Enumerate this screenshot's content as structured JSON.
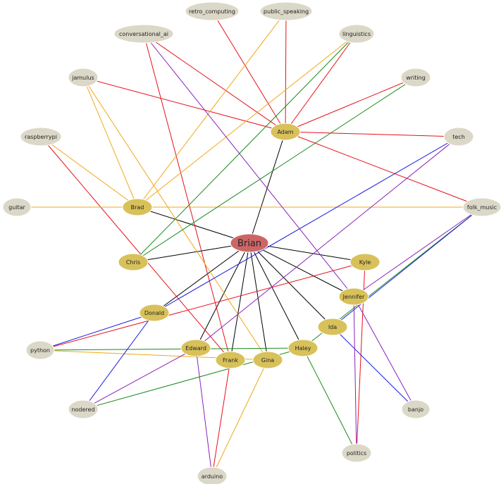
{
  "diagram": {
    "type": "network-graph",
    "center_node": "Brian",
    "colors": {
      "center_fill": "#cc6666",
      "person_fill": "#d8c15a",
      "interest_fill": "#dcd8c8",
      "node_border": "#ffffff",
      "label": "#222222",
      "hub_edge": "#000000",
      "edge_red": "#e8101a",
      "edge_orange": "#f0a818",
      "edge_green": "#1a8a1a",
      "edge_blue": "#1a1ae0",
      "edge_purple": "#8a22b8"
    },
    "nodes": [
      {
        "id": "Brian",
        "label": "Brian",
        "kind": "center"
      },
      {
        "id": "Adam",
        "label": "Adam",
        "kind": "person"
      },
      {
        "id": "Brad",
        "label": "Brad",
        "kind": "person"
      },
      {
        "id": "Chris",
        "label": "Chris",
        "kind": "person"
      },
      {
        "id": "Donald",
        "label": "Donald",
        "kind": "person"
      },
      {
        "id": "Edward",
        "label": "Edward",
        "kind": "person"
      },
      {
        "id": "Frank",
        "label": "Frank",
        "kind": "person"
      },
      {
        "id": "Gina",
        "label": "Gina",
        "kind": "person"
      },
      {
        "id": "Haley",
        "label": "Haley",
        "kind": "person"
      },
      {
        "id": "Ida",
        "label": "Ida",
        "kind": "person"
      },
      {
        "id": "Jennifer",
        "label": "Jennifer",
        "kind": "person"
      },
      {
        "id": "Kyle",
        "label": "Kyle",
        "kind": "person"
      },
      {
        "id": "retro_computing",
        "label": "retro_computing",
        "kind": "interest"
      },
      {
        "id": "public_speaking",
        "label": "public_speaking",
        "kind": "interest"
      },
      {
        "id": "conversational_ai",
        "label": "conversational_ai",
        "kind": "interest"
      },
      {
        "id": "linguistics",
        "label": "linguistics",
        "kind": "interest"
      },
      {
        "id": "jamulus",
        "label": "jamulus",
        "kind": "interest"
      },
      {
        "id": "writing",
        "label": "writing",
        "kind": "interest"
      },
      {
        "id": "raspberrypi",
        "label": "raspberrypi",
        "kind": "interest"
      },
      {
        "id": "tech",
        "label": "tech",
        "kind": "interest"
      },
      {
        "id": "guitar",
        "label": "guitar",
        "kind": "interest"
      },
      {
        "id": "folk_music",
        "label": "folk_music",
        "kind": "interest"
      },
      {
        "id": "python",
        "label": "python",
        "kind": "interest"
      },
      {
        "id": "nodered",
        "label": "nodered",
        "kind": "interest"
      },
      {
        "id": "banjo",
        "label": "banjo",
        "kind": "interest"
      },
      {
        "id": "politics",
        "label": "politics",
        "kind": "interest"
      },
      {
        "id": "arduino",
        "label": "arduino",
        "kind": "interest"
      }
    ],
    "edges": [
      {
        "from": "Brian",
        "to": "Adam",
        "color": "hub"
      },
      {
        "from": "Brian",
        "to": "Brad",
        "color": "hub"
      },
      {
        "from": "Brian",
        "to": "Chris",
        "color": "hub"
      },
      {
        "from": "Brian",
        "to": "Donald",
        "color": "hub"
      },
      {
        "from": "Brian",
        "to": "Edward",
        "color": "hub"
      },
      {
        "from": "Brian",
        "to": "Frank",
        "color": "hub"
      },
      {
        "from": "Brian",
        "to": "Gina",
        "color": "hub"
      },
      {
        "from": "Brian",
        "to": "Haley",
        "color": "hub"
      },
      {
        "from": "Brian",
        "to": "Ida",
        "color": "hub"
      },
      {
        "from": "Brian",
        "to": "Jennifer",
        "color": "hub"
      },
      {
        "from": "Brian",
        "to": "Kyle",
        "color": "hub"
      },
      {
        "from": "Adam",
        "to": "retro_computing",
        "color": "red"
      },
      {
        "from": "Adam",
        "to": "public_speaking",
        "color": "red"
      },
      {
        "from": "Adam",
        "to": "conversational_ai",
        "color": "red"
      },
      {
        "from": "Adam",
        "to": "linguistics",
        "color": "red"
      },
      {
        "from": "Adam",
        "to": "jamulus",
        "color": "red"
      },
      {
        "from": "Adam",
        "to": "writing",
        "color": "red"
      },
      {
        "from": "Adam",
        "to": "tech",
        "color": "red"
      },
      {
        "from": "Adam",
        "to": "folk_music",
        "color": "red"
      },
      {
        "from": "Frank",
        "to": "conversational_ai",
        "color": "red"
      },
      {
        "from": "Frank",
        "to": "raspberrypi",
        "color": "red"
      },
      {
        "from": "Frank",
        "to": "arduino",
        "color": "red"
      },
      {
        "from": "Kyle",
        "to": "python",
        "color": "red"
      },
      {
        "from": "Kyle",
        "to": "politics",
        "color": "red"
      },
      {
        "from": "Brad",
        "to": "public_speaking",
        "color": "orange"
      },
      {
        "from": "Brad",
        "to": "linguistics",
        "color": "orange"
      },
      {
        "from": "Brad",
        "to": "jamulus",
        "color": "orange"
      },
      {
        "from": "Brad",
        "to": "raspberrypi",
        "color": "orange"
      },
      {
        "from": "Brad",
        "to": "guitar",
        "color": "orange"
      },
      {
        "from": "Brad",
        "to": "folk_music",
        "color": "orange"
      },
      {
        "from": "Gina",
        "to": "jamulus",
        "color": "orange"
      },
      {
        "from": "Gina",
        "to": "python",
        "color": "orange"
      },
      {
        "from": "Gina",
        "to": "arduino",
        "color": "orange"
      },
      {
        "from": "Chris",
        "to": "linguistics",
        "color": "green"
      },
      {
        "from": "Chris",
        "to": "writing",
        "color": "green"
      },
      {
        "from": "Haley",
        "to": "python",
        "color": "green"
      },
      {
        "from": "Haley",
        "to": "nodered",
        "color": "green"
      },
      {
        "from": "Haley",
        "to": "politics",
        "color": "green"
      },
      {
        "from": "Haley",
        "to": "folk_music",
        "color": "green"
      },
      {
        "from": "Donald",
        "to": "tech",
        "color": "blue"
      },
      {
        "from": "Donald",
        "to": "python",
        "color": "blue"
      },
      {
        "from": "Donald",
        "to": "nodered",
        "color": "blue"
      },
      {
        "from": "Ida",
        "to": "folk_music",
        "color": "blue"
      },
      {
        "from": "Ida",
        "to": "banjo",
        "color": "blue"
      },
      {
        "from": "Jennifer",
        "to": "conversational_ai",
        "color": "purple"
      },
      {
        "from": "Jennifer",
        "to": "banjo",
        "color": "purple"
      },
      {
        "from": "Jennifer",
        "to": "politics",
        "color": "purple"
      },
      {
        "from": "Jennifer",
        "to": "folk_music",
        "color": "purple"
      },
      {
        "from": "Edward",
        "to": "tech",
        "color": "purple"
      },
      {
        "from": "Edward",
        "to": "nodered",
        "color": "purple"
      },
      {
        "from": "Edward",
        "to": "arduino",
        "color": "purple"
      }
    ]
  }
}
